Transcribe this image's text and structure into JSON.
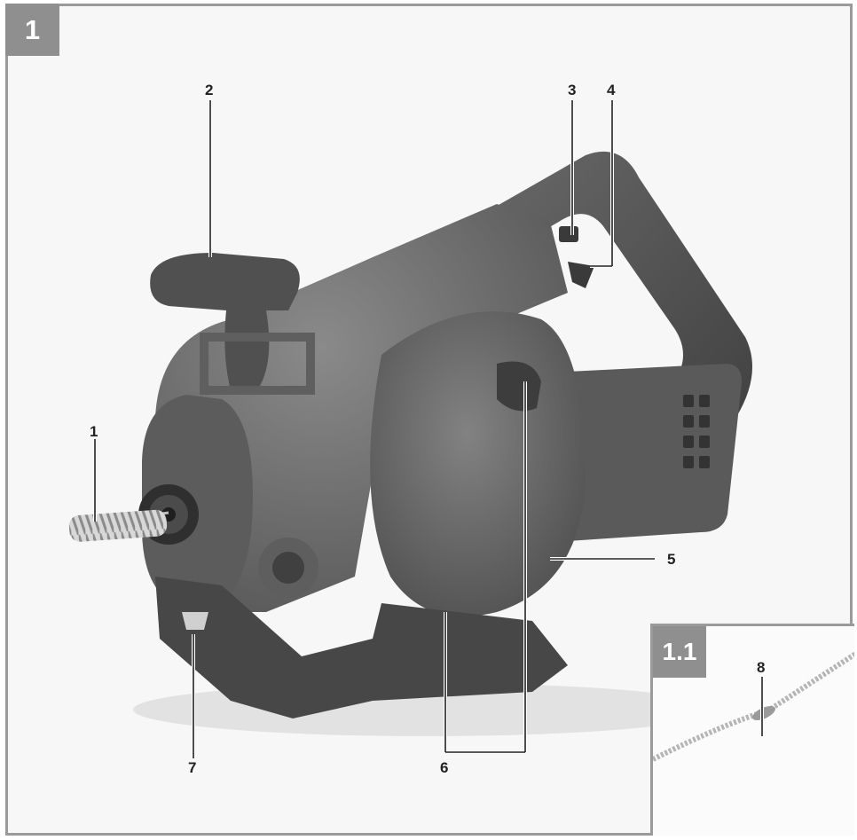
{
  "figure": {
    "label": "1",
    "inset_label": "1.1",
    "callouts": [
      "1",
      "2",
      "3",
      "4",
      "5",
      "6",
      "7",
      "8"
    ]
  },
  "colors": {
    "frame": "#9a9a9a",
    "tag": "#8f8f8f",
    "tool_body": "#6d6d6d",
    "tool_dark": "#4a4a4a"
  }
}
